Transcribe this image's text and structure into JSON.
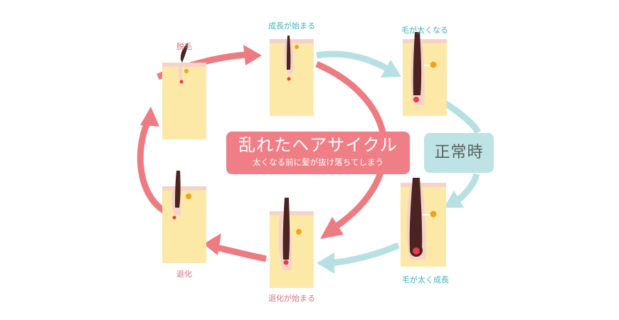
{
  "title_box": {
    "main": "乱れたヘアサイクル",
    "sub": "太くなる前に髪が抜け落ちてしまう"
  },
  "normal_box": {
    "label": "正常時"
  },
  "stages": {
    "datsumo": "脱毛",
    "seichou_start": "成長が始まる",
    "futoku": "毛が太くなる",
    "futoku_seichou": "毛が太く成長",
    "taika_start": "退化が始まる",
    "taika": "退化"
  },
  "colors": {
    "pink_arrow": "#ed7b82",
    "teal_arrow": "#b7e0e2",
    "skin": "#fce9a8",
    "skin_top": "#f6d3c6",
    "hair": "#4b2322",
    "papilla": "#ec3a4a",
    "gland": "#f0a31a"
  }
}
